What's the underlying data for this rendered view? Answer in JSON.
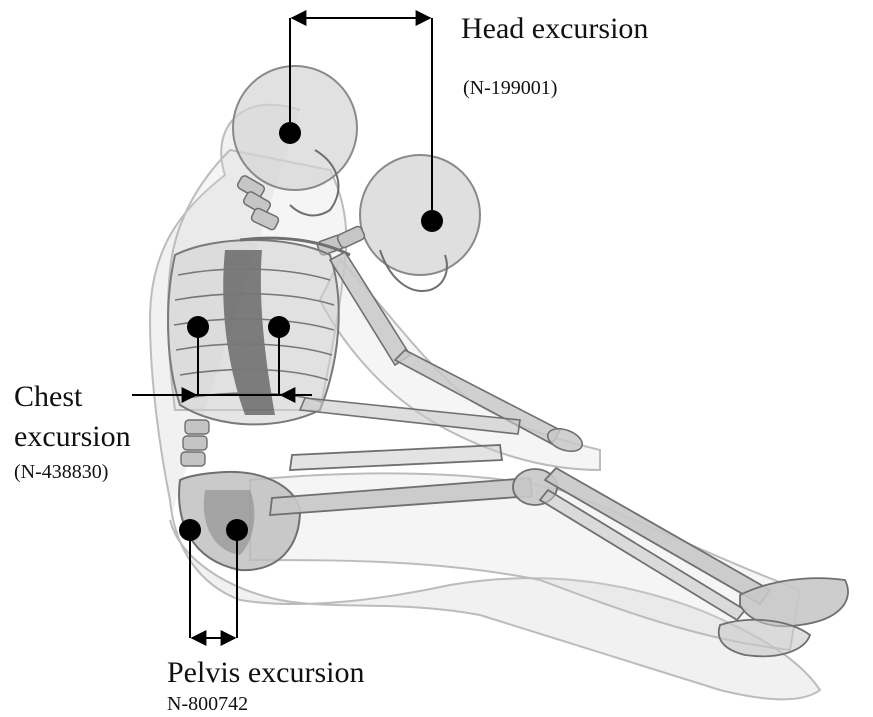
{
  "annotations": {
    "head": {
      "title": "Head excursion",
      "node": "(N-199001)"
    },
    "chest": {
      "title_line1": "Chest",
      "title_line2": "excursion",
      "node": "(N-438830)"
    },
    "pelvis": {
      "title": "Pelvis excursion",
      "node": "N-800742"
    }
  },
  "colors": {
    "marker": "#000000",
    "body_outline": "#c9c9c9",
    "bone": "#bdbdbd",
    "bone_edge": "#6f6f6f",
    "ribcage_dark": "#555555"
  }
}
